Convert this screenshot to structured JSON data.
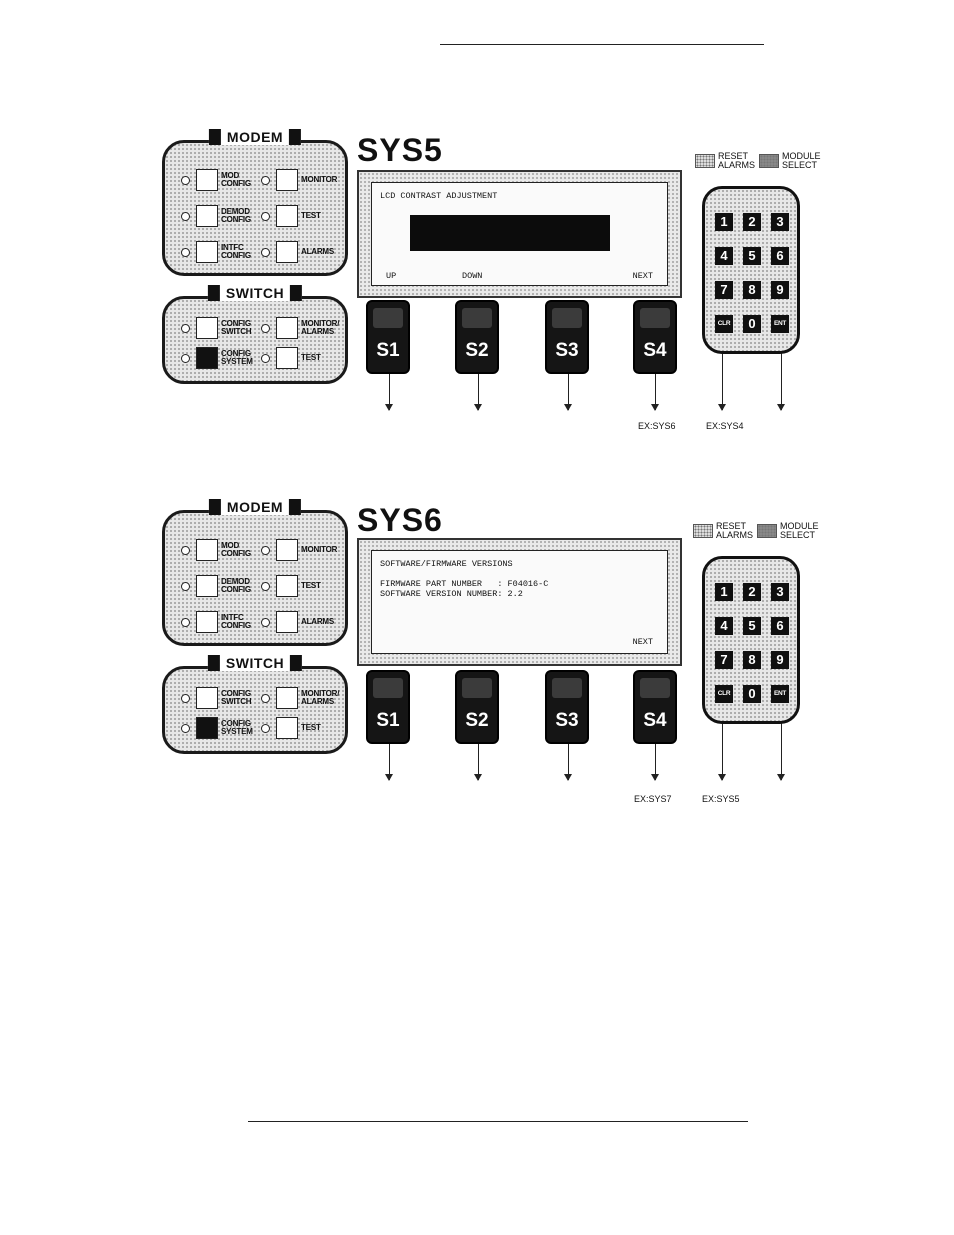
{
  "panels": [
    {
      "id": "sys5",
      "title": "SYS5",
      "modem": {
        "title": "MODEM",
        "keys": [
          "MOD CONFIG",
          "MONITOR",
          "DEMOD CONFIG",
          "TEST",
          "INTFC CONFIG",
          "ALARMS"
        ]
      },
      "switch": {
        "title": "SWITCH",
        "keys": [
          "CONFIG SWITCH",
          "MONITOR/ ALARMS",
          "CONFIG SYSTEM",
          "TEST"
        ]
      },
      "lcd": {
        "lines": [
          "LCD CONTRAST ADJUSTMENT"
        ],
        "softkeys": [
          "UP",
          "DOWN",
          "",
          "NEXT"
        ]
      },
      "sbuttons": [
        "S1",
        "S2",
        "S3",
        "S4"
      ],
      "legend": {
        "reset": "RESET ALARMS",
        "module": "MODULE SELECT"
      },
      "keypad": [
        "1",
        "2",
        "3",
        "4",
        "5",
        "6",
        "7",
        "8",
        "9",
        "CLR",
        "0",
        "ENT"
      ],
      "exits": {
        "s4": "EX:SYS6",
        "clr": "EX:SYS4"
      }
    },
    {
      "id": "sys6",
      "title": "SYS6",
      "modem": {
        "title": "MODEM",
        "keys": [
          "MOD CONFIG",
          "MONITOR",
          "DEMOD CONFIG",
          "TEST",
          "INTFC CONFIG",
          "ALARMS"
        ]
      },
      "switch": {
        "title": "SWITCH",
        "keys": [
          "CONFIG SWITCH",
          "MONITOR/ ALARMS",
          "CONFIG SYSTEM",
          "TEST"
        ]
      },
      "lcd": {
        "lines": [
          "SOFTWARE/FIRMWARE VERSIONS",
          "",
          "FIRMWARE PART NUMBER   : F04016-C",
          "SOFTWARE VERSION NUMBER: 2.2"
        ],
        "softkeys": [
          "",
          "",
          "",
          "NEXT"
        ]
      },
      "sbuttons": [
        "S1",
        "S2",
        "S3",
        "S4"
      ],
      "legend": {
        "reset": "RESET ALARMS",
        "module": "MODULE SELECT"
      },
      "keypad": [
        "1",
        "2",
        "3",
        "4",
        "5",
        "6",
        "7",
        "8",
        "9",
        "CLR",
        "0",
        "ENT"
      ],
      "exits": {
        "s4": "EX:SYS7",
        "clr": "EX:SYS5"
      }
    }
  ]
}
